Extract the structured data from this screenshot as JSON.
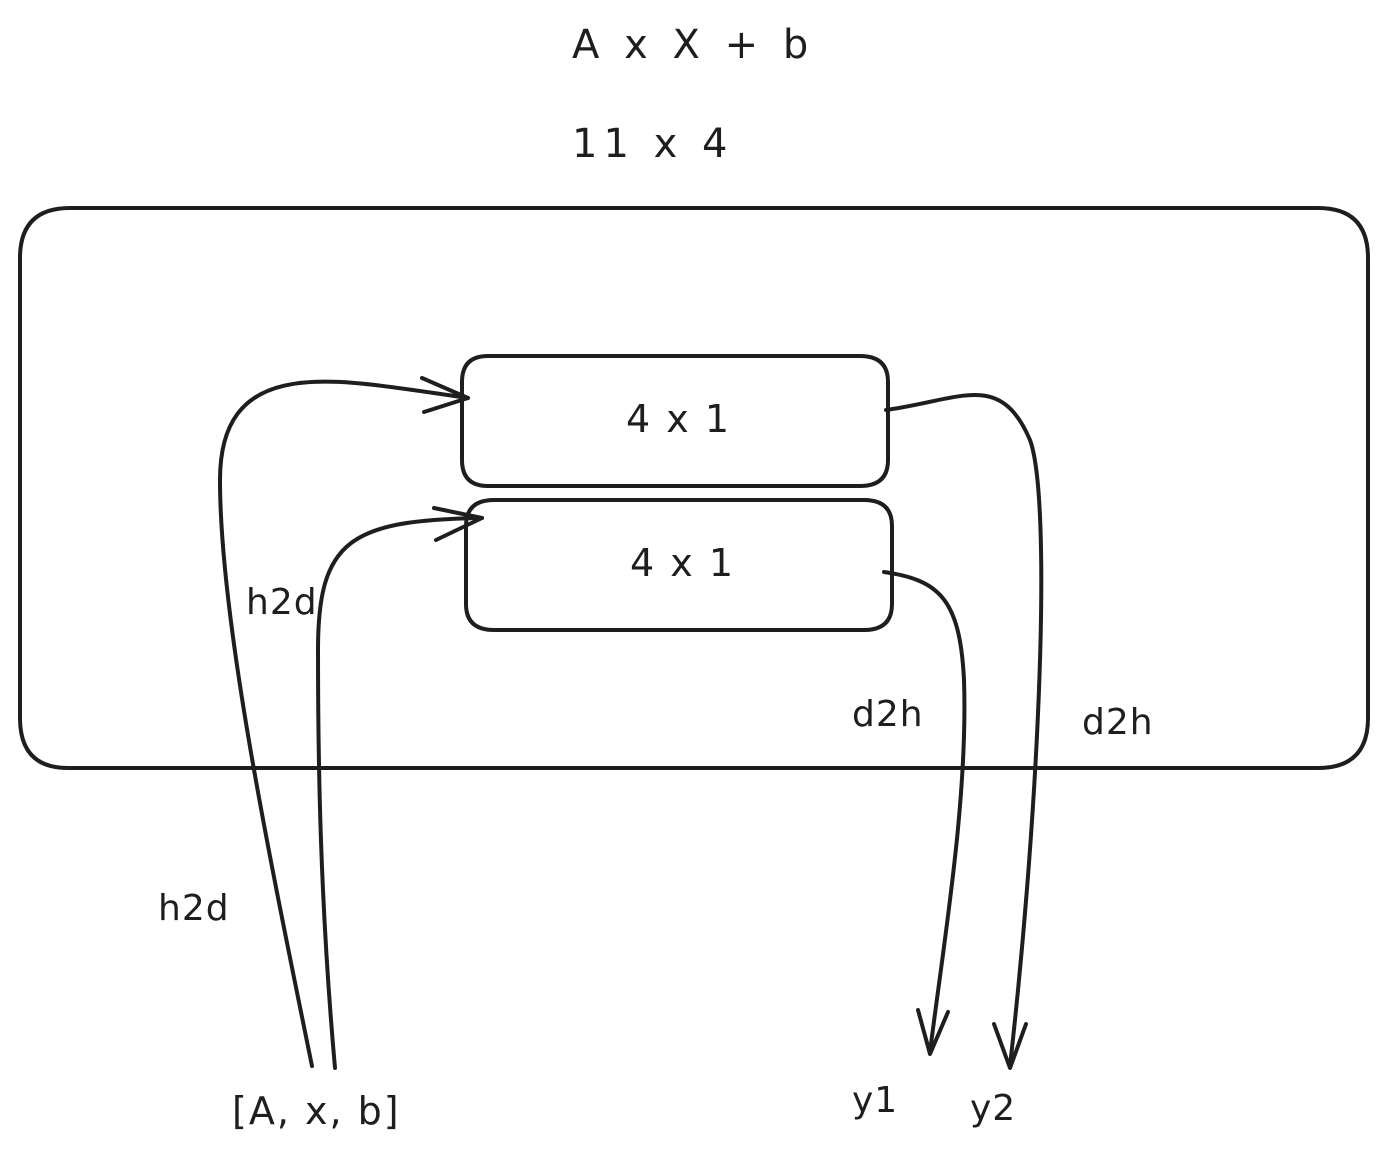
{
  "diagram": {
    "formula": "A x X + b",
    "outer_dims": "11 x 4",
    "block_top_dims": "4 x 1",
    "block_bottom_dims": "4 x 1",
    "h2d_inner_label": "h2d",
    "h2d_outer_label": "h2d",
    "d2h_left_label": "d2h",
    "d2h_right_label": "d2h",
    "inputs_label": "[A, x, b]",
    "output_y1": "y1",
    "output_y2": "y2"
  },
  "colors": {
    "stroke": "#1e1e1e",
    "background": "#ffffff"
  }
}
